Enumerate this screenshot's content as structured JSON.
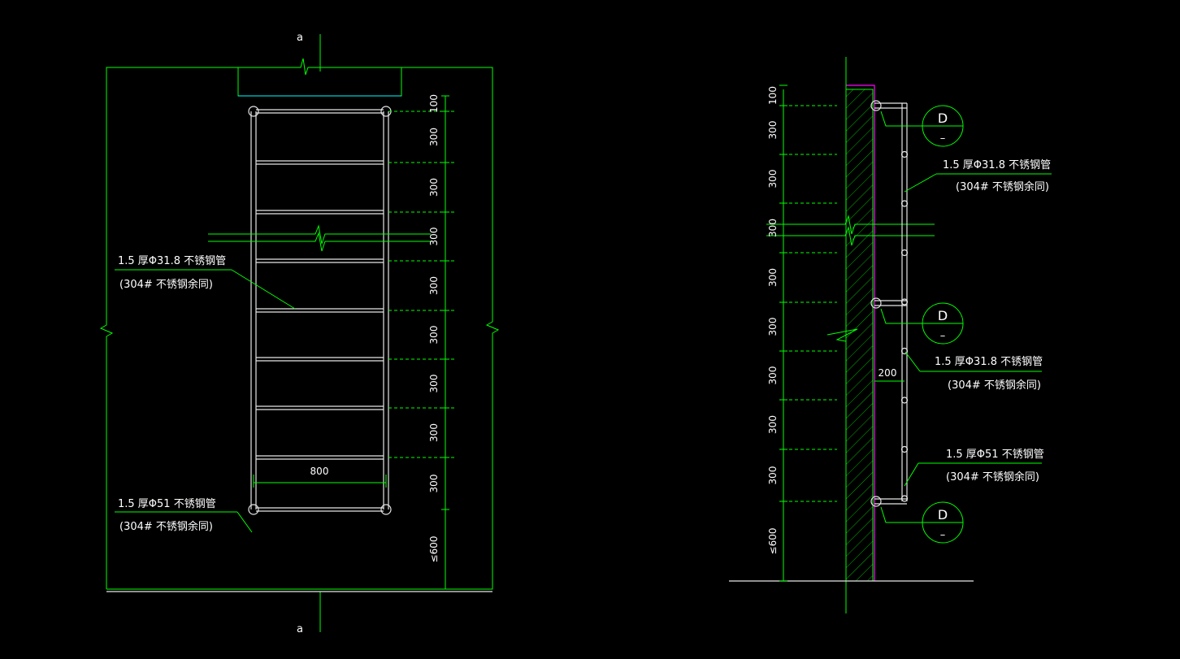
{
  "colors": {
    "background": "#000000",
    "green": "#00ff00",
    "white": "#e6e6e6",
    "cyan": "#00ffff",
    "magenta": "#ff00ff"
  },
  "section_mark": {
    "top": "a",
    "bottom": "a"
  },
  "left_view": {
    "dims": [
      "100",
      "300",
      "300",
      "300",
      "300",
      "300",
      "300",
      "300",
      "300",
      "≤600"
    ],
    "width_dim": "800",
    "rung_label": {
      "line1": "1.5  厚Φ31.8   不锈钢管",
      "line2": "(304#   不锈钢余同)"
    },
    "rail_label": {
      "line1": "1.5  厚Φ51  不锈钢管",
      "line2": "(304#   不锈钢余同)"
    }
  },
  "right_view": {
    "dims": [
      "100",
      "300",
      "300",
      "300",
      "300",
      "300",
      "300",
      "300",
      "300",
      "≤600"
    ],
    "offset_dim": "200",
    "rung_label": {
      "line1": "1.5  厚Φ31.8   不锈钢管",
      "line2": "(304#   不锈钢余同)"
    },
    "rung_label_2": {
      "line1": "1.5  厚Φ31.8   不锈钢管",
      "line2": "(304#   不锈钢余同)"
    },
    "rail_label": {
      "line1": "1.5  厚Φ51  不锈钢管",
      "line2": "(304#   不锈钢余同)"
    },
    "detail_marks": [
      {
        "letter": "D",
        "sub": "–"
      },
      {
        "letter": "D",
        "sub": "–"
      },
      {
        "letter": "D",
        "sub": "–"
      }
    ]
  }
}
